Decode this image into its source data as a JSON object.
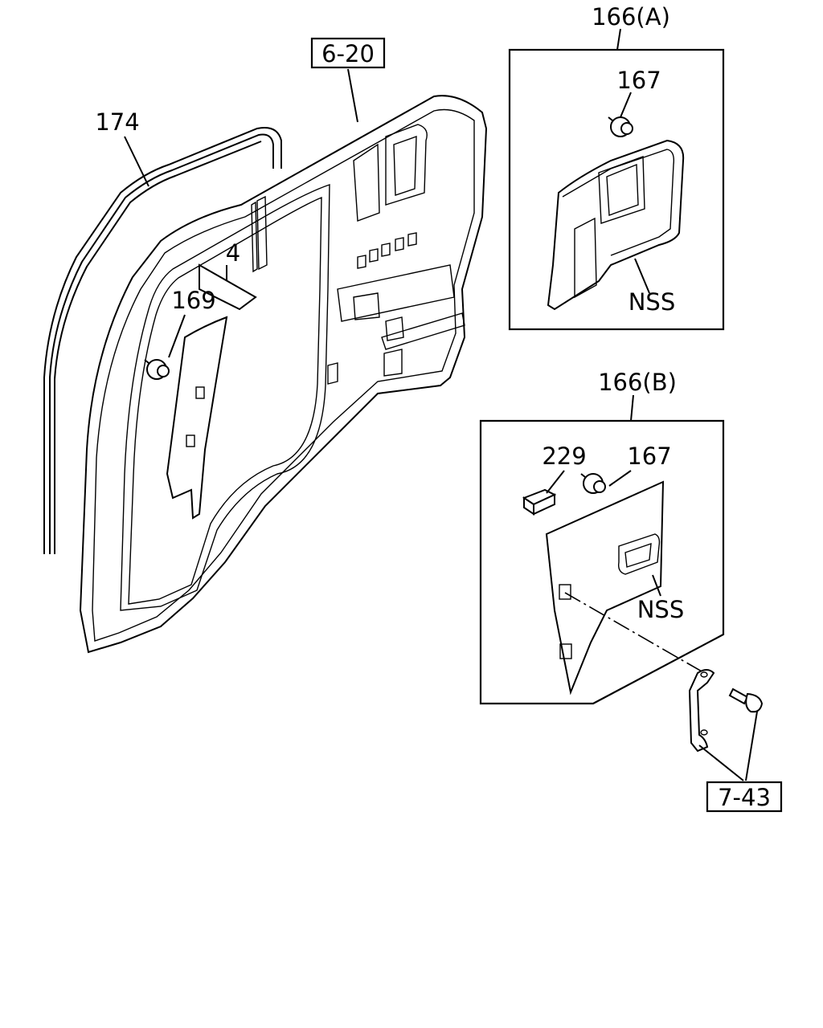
{
  "labels": {
    "ref_6_20": "6-20",
    "ref_7_43": "7-43",
    "part_174": "174",
    "part_4": "4",
    "part_169": "169",
    "group_166a": "166(A)",
    "group_166b": "166(B)",
    "part_167_a": "167",
    "part_167_b": "167",
    "part_229": "229",
    "nss_a": "NSS",
    "nss_b": "NSS"
  }
}
